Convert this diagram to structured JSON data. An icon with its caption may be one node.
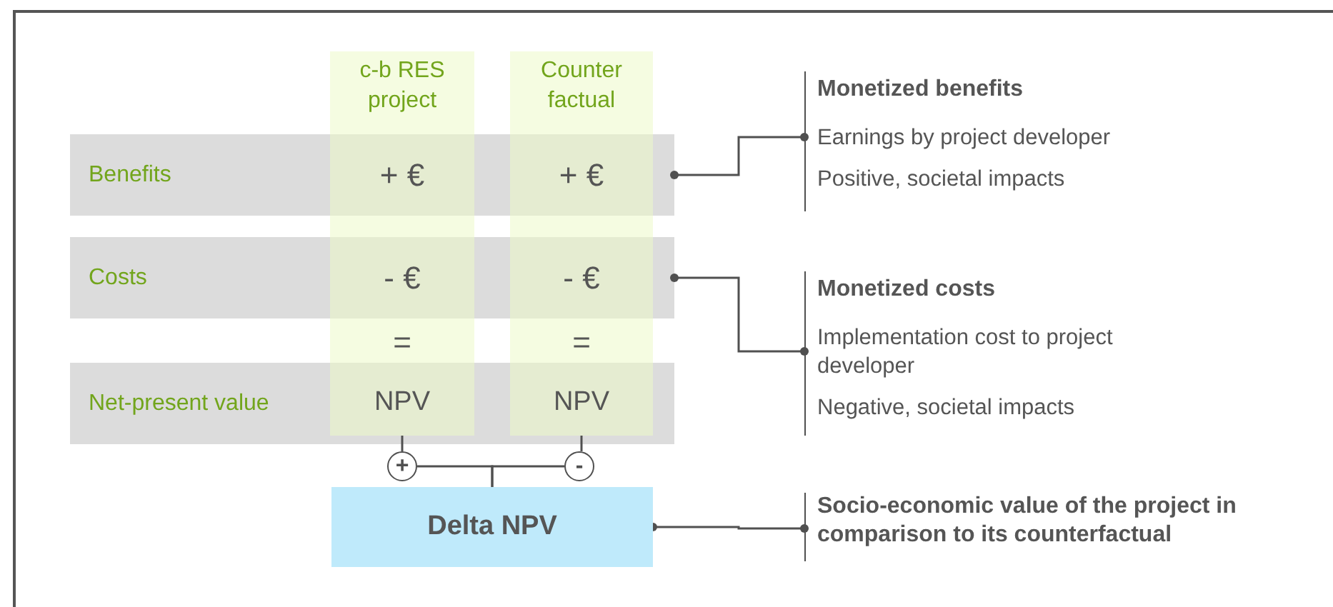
{
  "diagram": {
    "nodes": [
      {
        "text": [
          "c-b RES project"
        ]
      },
      {
        "text": [
          "Counter factual"
        ]
      },
      {
        "text": [
          "Benefits"
        ]
      },
      {
        "text": [
          "Costs"
        ]
      },
      {
        "text": [
          "Net-present value"
        ]
      },
      {
        "text": [
          "+ €"
        ]
      },
      {
        "text": [
          "+ €"
        ]
      },
      {
        "text": [
          "- €"
        ]
      },
      {
        "text": [
          "- €"
        ]
      },
      {
        "text": [
          "NPV"
        ]
      },
      {
        "text": [
          "NPV"
        ]
      },
      {
        "text": [
          "+"
        ]
      },
      {
        "text": [
          "-"
        ]
      },
      {
        "text": [
          "Delta NPV"
        ]
      },
      {
        "text": [
          "Monetized benefits",
          "Earnings by project developer",
          "Positive, societal impacts"
        ]
      },
      {
        "text": [
          "Monetized costs",
          "Implementation cost to project developer",
          "Negative, societal impacts"
        ]
      },
      {
        "text": [
          "Socio-economic value of the project in comparison to its counterfactual"
        ]
      }
    ],
    "edges": [
      {
        "from": 9,
        "to": 11,
        "arrow": "none"
      },
      {
        "from": 10,
        "to": 12,
        "arrow": "none"
      },
      {
        "from": 11,
        "to": 13,
        "arrow": "none"
      },
      {
        "from": 12,
        "to": 13,
        "arrow": "none"
      },
      {
        "from": 2,
        "to": 14,
        "arrow": "other"
      },
      {
        "from": 3,
        "to": 15,
        "arrow": "other"
      },
      {
        "from": 13,
        "to": 16,
        "arrow": "other"
      }
    ],
    "labels": [
      "=",
      "="
    ]
  }
}
